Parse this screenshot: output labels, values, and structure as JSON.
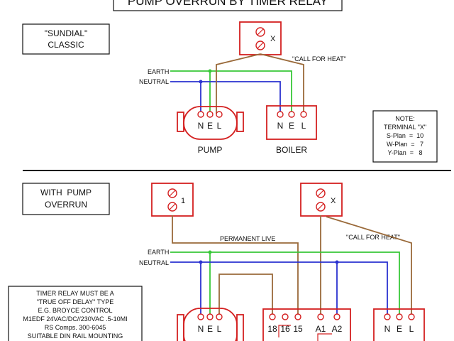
{
  "title": "PUMP OVERRUN BY TIMER RELAY",
  "top": {
    "label_line1": "\"SUNDIAL\"",
    "label_line2": "CLASSIC",
    "call_for_heat": "\"CALL FOR HEAT\"",
    "earth": "EARTH",
    "neutral": "NEUTRAL",
    "terminal_x": "X",
    "pump": {
      "label": "PUMP",
      "n": "N",
      "e": "E",
      "l": "L"
    },
    "boiler": {
      "label": "BOILER",
      "n": "N",
      "e": "E",
      "l": "L"
    }
  },
  "note": {
    "title": "NOTE:",
    "line1": "TERMINAL \"X\"",
    "line2": "S-Plan  =  10",
    "line3": "W-Plan  =   7",
    "line4": "Y-Plan  =   8"
  },
  "bottom": {
    "label_line1": "WITH  PUMP",
    "label_line2": "OVERRUN",
    "permanent_live": "PERMANENT LIVE",
    "call_for_heat": "\"CALL FOR HEAT\"",
    "earth": "EARTH",
    "neutral": "NEUTRAL",
    "terminal_1": "1",
    "terminal_x": "X",
    "pump": {
      "n": "N",
      "e": "E",
      "l": "L"
    },
    "relay": {
      "t18": "18",
      "t16": "16",
      "t15": "15",
      "a1": "A1",
      "a2": "A2"
    },
    "boiler": {
      "n": "N",
      "e": "E",
      "l": "L"
    }
  },
  "timer_note": {
    "line1": "TIMER RELAY MUST BE A",
    "line2": "\"TRUE OFF DELAY\" TYPE",
    "line3": "E.G. BROYCE CONTROL",
    "line4": "M1EDF 24VAC/DC//230VAC .5-10MI",
    "line5": "RS Comps. 300-6045",
    "line6": "SUITABLE DIN RAIL MOUNTING"
  },
  "colors": {
    "earth": "#38c838",
    "neutral": "#2a32d0",
    "live": "#9a6a3a",
    "component": "#d42020"
  }
}
